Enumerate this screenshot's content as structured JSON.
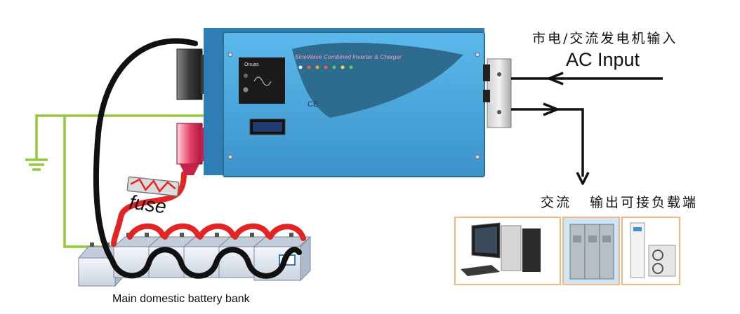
{
  "labels": {
    "ac_input_cn": "市电/交流发电机输入",
    "ac_input": "AC Input",
    "load_output_cn_1": "交流",
    "load_output_cn_2": "输出可接负载端",
    "fuse": "fuse",
    "battery_bank": "Main domestic battery bank"
  },
  "inverter": {
    "brand": "Onuas",
    "title": "SineWave Combined Inverter & Charger",
    "ce_mark": "CE"
  },
  "colors": {
    "inverter_body": "#49a9df",
    "inverter_dark_panel": "#2d6c8f",
    "ground_wire": "#94c83d",
    "positive_cable": "#e32424",
    "negative_cable": "#111111",
    "load_frame": "#f6b785",
    "battery_body": "#dfe7f2"
  },
  "icons": [
    "ground-symbol-icon",
    "arrow-right-icon",
    "arrow-left-icon",
    "arrow-down-icon"
  ]
}
